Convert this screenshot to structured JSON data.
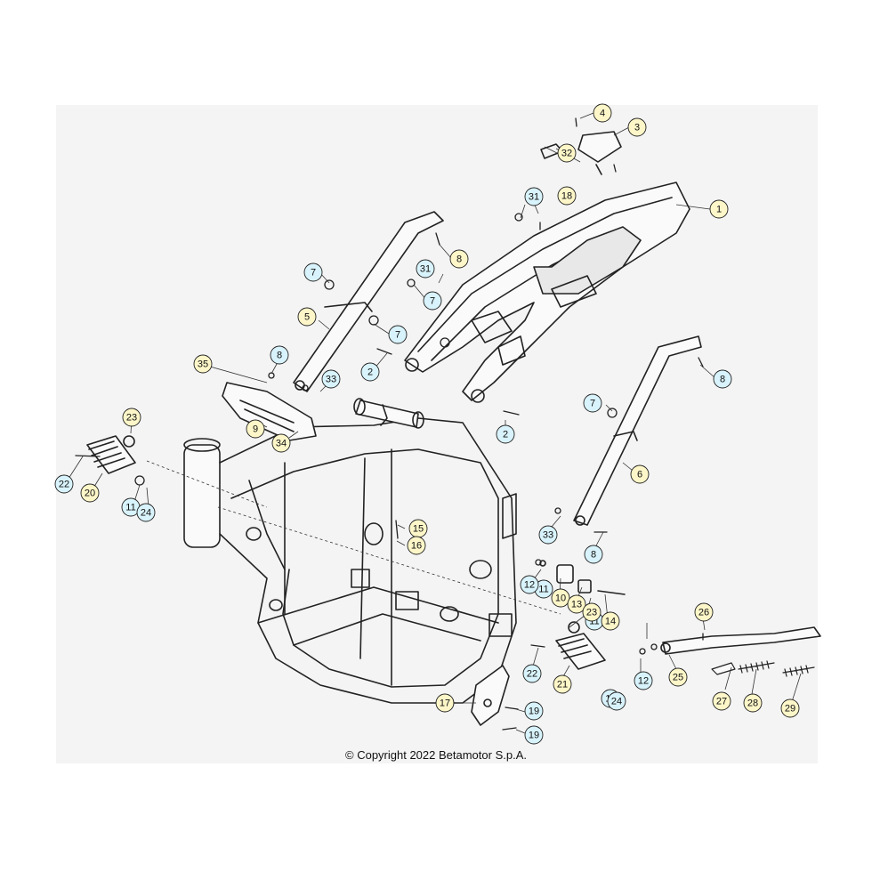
{
  "copyright": "© Copyright 2022 Betamotor S.p.A.",
  "colors": {
    "callout_yellow": "#fdf6c8",
    "callout_cyan": "#d8f3fb",
    "line": "#222222"
  },
  "callouts": [
    {
      "n": "1",
      "c": "y"
    },
    {
      "n": "2",
      "c": "b"
    },
    {
      "n": "2",
      "c": "b"
    },
    {
      "n": "3",
      "c": "y"
    },
    {
      "n": "4",
      "c": "y"
    },
    {
      "n": "5",
      "c": "y"
    },
    {
      "n": "6",
      "c": "y"
    },
    {
      "n": "7",
      "c": "b"
    },
    {
      "n": "7",
      "c": "b"
    },
    {
      "n": "7",
      "c": "b"
    },
    {
      "n": "7",
      "c": "b"
    },
    {
      "n": "8",
      "c": "y"
    },
    {
      "n": "8",
      "c": "b"
    },
    {
      "n": "8",
      "c": "b"
    },
    {
      "n": "8",
      "c": "b"
    },
    {
      "n": "9",
      "c": "y"
    },
    {
      "n": "10",
      "c": "y"
    },
    {
      "n": "11",
      "c": "b"
    },
    {
      "n": "11",
      "c": "b"
    },
    {
      "n": "11",
      "c": "b"
    },
    {
      "n": "11",
      "c": "b"
    },
    {
      "n": "12",
      "c": "b"
    },
    {
      "n": "12",
      "c": "b"
    },
    {
      "n": "13",
      "c": "y"
    },
    {
      "n": "14",
      "c": "y"
    },
    {
      "n": "15",
      "c": "y"
    },
    {
      "n": "16",
      "c": "y"
    },
    {
      "n": "17",
      "c": "y"
    },
    {
      "n": "18",
      "c": "y"
    },
    {
      "n": "19",
      "c": "b"
    },
    {
      "n": "19",
      "c": "b"
    },
    {
      "n": "20",
      "c": "y"
    },
    {
      "n": "21",
      "c": "y"
    },
    {
      "n": "22",
      "c": "b"
    },
    {
      "n": "22",
      "c": "b"
    },
    {
      "n": "23",
      "c": "y"
    },
    {
      "n": "23",
      "c": "y"
    },
    {
      "n": "24",
      "c": "b"
    },
    {
      "n": "24",
      "c": "b"
    },
    {
      "n": "25",
      "c": "y"
    },
    {
      "n": "26",
      "c": "y"
    },
    {
      "n": "27",
      "c": "y"
    },
    {
      "n": "28",
      "c": "y"
    },
    {
      "n": "29",
      "c": "y"
    },
    {
      "n": "31",
      "c": "b"
    },
    {
      "n": "31",
      "c": "b"
    },
    {
      "n": "32",
      "c": "y"
    },
    {
      "n": "33",
      "c": "b"
    },
    {
      "n": "33",
      "c": "b"
    },
    {
      "n": "34",
      "c": "y"
    },
    {
      "n": "35",
      "c": "y"
    }
  ]
}
